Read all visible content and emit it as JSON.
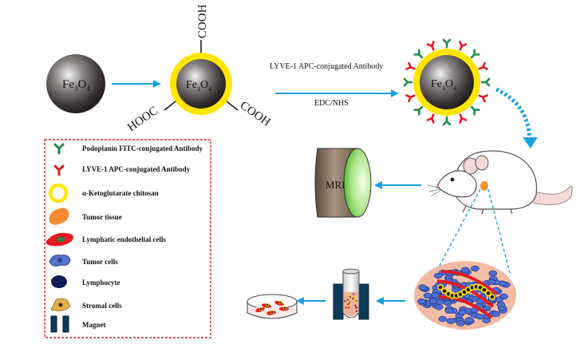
{
  "particles": {
    "bare_core": {
      "label_main": "Fe",
      "label_sub3": "3",
      "label_O": "O",
      "label_sub4": "4"
    },
    "coated_core": {
      "label_main": "Fe",
      "label_sub3": "3",
      "label_O": "O",
      "label_sub4": "4"
    },
    "conjugated_core": {
      "label_main": "Fe",
      "label_sub3": "3",
      "label_O": "O",
      "label_sub4": "4"
    }
  },
  "groups": {
    "top": "COOH",
    "left": "HOOC",
    "right": "COOH"
  },
  "reaction": {
    "reagent_top": "LYVE-1 APC-conjugated Antibody",
    "reagent_bottom": "EDC/NHS"
  },
  "mri": {
    "label": "MRI"
  },
  "legend": {
    "items": [
      {
        "label": "Podoplanin FITC-conjugated Antibody",
        "icon": "green-antibody-icon"
      },
      {
        "label": "LYVE-1 APC-conjugated Antibody",
        "icon": "red-antibody-icon"
      },
      {
        "label": "α-Ketoglutarate chitosan",
        "icon": "yellow-ring-icon"
      },
      {
        "label": "Tumor tissue",
        "icon": "tumor-tissue-icon"
      },
      {
        "label": "Lymphatic endothelial cells",
        "icon": "endothelial-cell-icon"
      },
      {
        "label": "Tumor cells",
        "icon": "tumor-cell-icon"
      },
      {
        "label": "Lymphocyte",
        "icon": "lymphocyte-icon"
      },
      {
        "label": "Stromal cells",
        "icon": "stromal-cell-icon"
      },
      {
        "label": "Magnet",
        "icon": "magnet-icon"
      }
    ]
  },
  "colors": {
    "arrow": "#1a9fe0",
    "ring": "#ffe500",
    "green_antibody": "#1f8a4c",
    "red_antibody": "#e01b24",
    "legend_border": "#d21e1e"
  }
}
